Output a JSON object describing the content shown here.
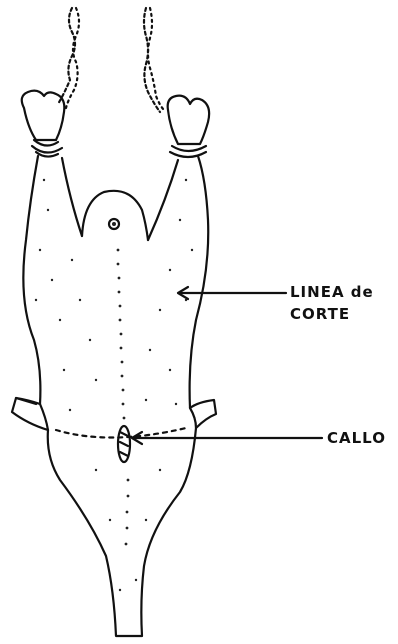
{
  "labels": {
    "cutting_line_line1": "LINEA de",
    "cutting_line_line2": "CORTE",
    "callus": "CALLO"
  }
}
